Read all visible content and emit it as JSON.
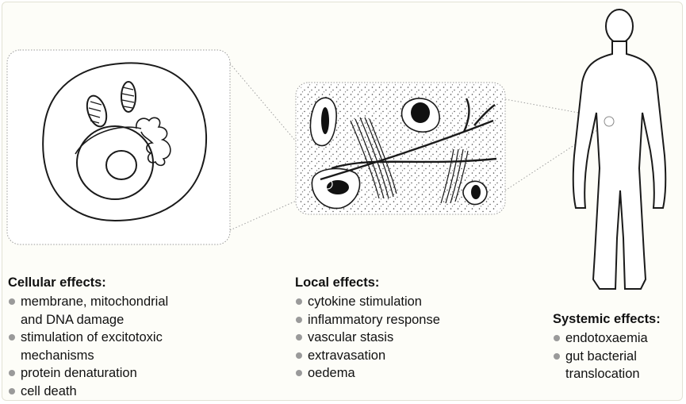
{
  "cellular": {
    "title": "Cellular effects:",
    "items": [
      "membrane, mitochondrial\nand DNA damage",
      "stimulation of excitotoxic\nmechanisms",
      "protein denaturation",
      "cell death"
    ]
  },
  "local": {
    "title": "Local effects:",
    "items": [
      "cytokine stimulation",
      "inflammatory response",
      "vascular stasis",
      "extravasation",
      "oedema"
    ]
  },
  "systemic": {
    "title": "Systemic effects:",
    "items": [
      "endotoxaemia",
      "gut bacterial\ntranslocation"
    ]
  },
  "colors": {
    "line": "#1a1a1a",
    "bullet": "#9a9a9a",
    "dotted_box": "#9a9a9a",
    "background": "#fdfdf8"
  }
}
